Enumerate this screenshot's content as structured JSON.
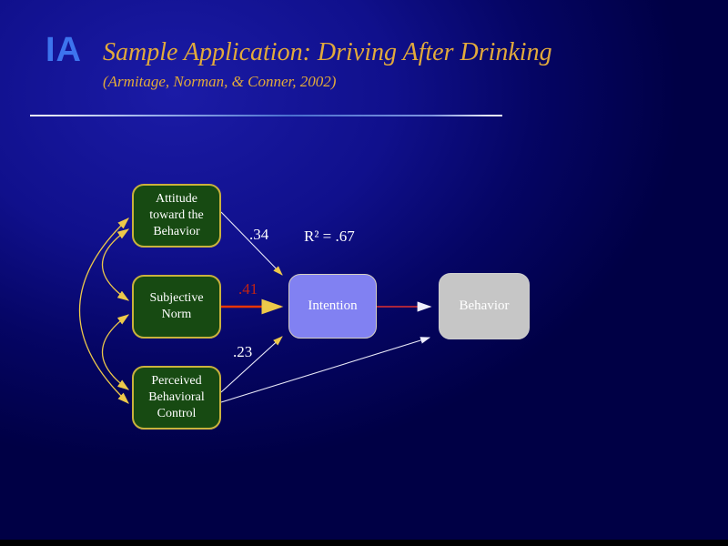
{
  "header": {
    "logo": "IA",
    "title": "Sample Application: Driving After Drinking",
    "subtitle": "(Armitage, Norman, & Conner, 2002)"
  },
  "diagram": {
    "nodes": [
      {
        "id": "attitude",
        "label": "Attitude toward the Behavior"
      },
      {
        "id": "subjective-norm",
        "label": "Subjective Norm"
      },
      {
        "id": "perceived-behavioral-control",
        "label": "Perceived Behavioral Control"
      },
      {
        "id": "intention",
        "label": "Intention"
      },
      {
        "id": "behavior",
        "label": "Behavior"
      }
    ],
    "paths": [
      {
        "from": "attitude",
        "to": "intention",
        "coefficient": ".34"
      },
      {
        "from": "subjective-norm",
        "to": "intention",
        "coefficient": ".41"
      },
      {
        "from": "perceived-behavioral-control",
        "to": "intention",
        "coefficient": ".23"
      },
      {
        "from": "intention",
        "to": "behavior",
        "coefficient": ""
      },
      {
        "from": "perceived-behavioral-control",
        "to": "behavior",
        "coefficient": ""
      }
    ],
    "correlations": [
      {
        "between": [
          "attitude",
          "subjective-norm"
        ]
      },
      {
        "between": [
          "subjective-norm",
          "perceived-behavioral-control"
        ]
      },
      {
        "between": [
          "attitude",
          "perceived-behavioral-control"
        ]
      }
    ],
    "r_squared_label": "R² = .67"
  },
  "colors": {
    "background_top": "#1b1ba6",
    "background_edge": "#000045",
    "title_gold": "#e2aa3b",
    "logo_blue": "#3d74ee",
    "box_green": "#174a12",
    "box_border_gold": "#c9b23e",
    "intention_fill": "#8181f2",
    "behavior_fill": "#c6c6c6",
    "path_red": "#e83400",
    "coefficient_red": "#c22312",
    "arrow_gold": "#edc84a",
    "arrow_white": "#eeeeff"
  }
}
